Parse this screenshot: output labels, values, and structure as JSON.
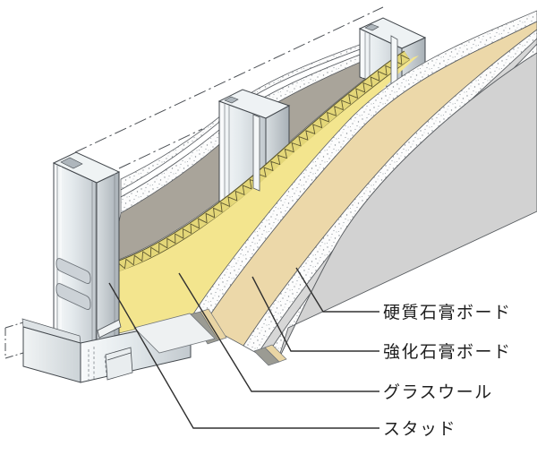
{
  "diagram": {
    "type": "isometric-wall-section-cutaway",
    "labels": [
      {
        "id": "hard-gypsum-board",
        "text": "硬質石膏ボード"
      },
      {
        "id": "reinforced-gypsum-board",
        "text": "強化石膏ボード"
      },
      {
        "id": "glass-wool",
        "text": "グラスウール"
      },
      {
        "id": "stud",
        "text": "スタッド"
      }
    ],
    "colors": {
      "glass_wool": "#f3e58e",
      "glass_wool_edge_band": "#e4d778",
      "reinforced_board_face": "#ecd8a9",
      "hard_board_face": "#d2d2d2",
      "hard_board_strip": "#d7d7d7",
      "cavity_face": "#a9a49a",
      "metal_light": "#eef2f4",
      "outline": "#42474c",
      "text": "#1e1e1e",
      "leader": "#303030"
    }
  }
}
